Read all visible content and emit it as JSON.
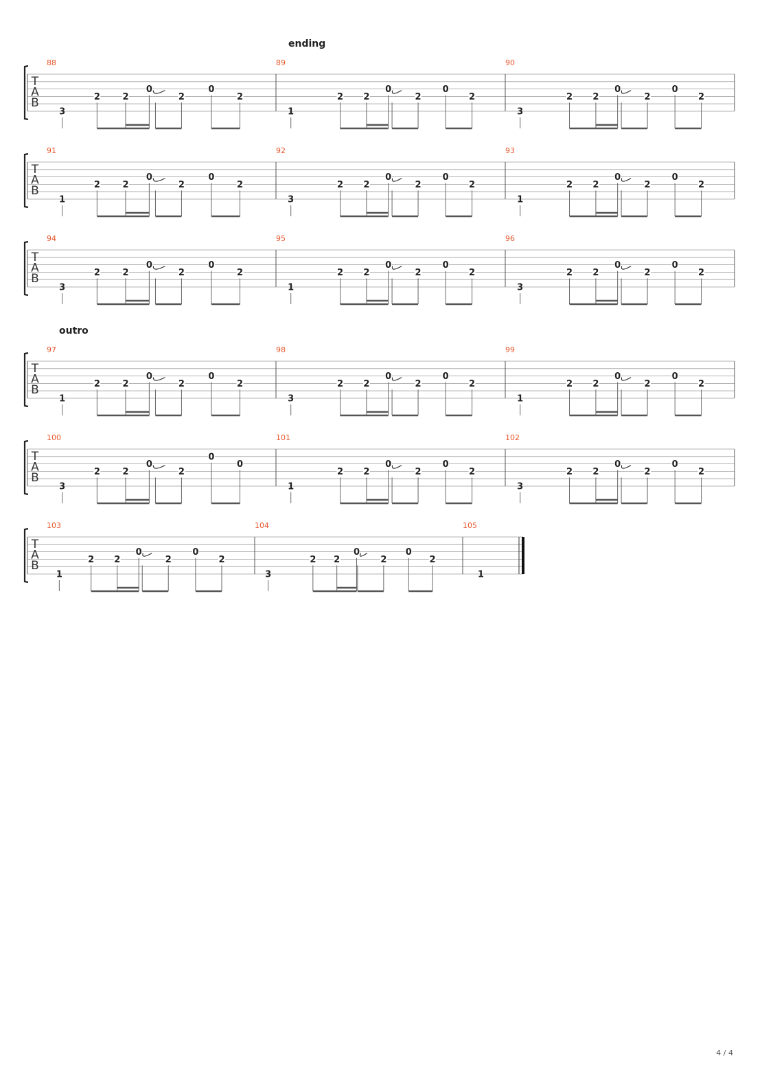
{
  "tab_letters": [
    "T",
    "A",
    "B"
  ],
  "systems": [
    {
      "section": "ending",
      "measures": [
        {
          "number": "88",
          "bass": "3",
          "pattern": [
            "2",
            "2",
            "0",
            "2",
            "0",
            "2"
          ]
        },
        {
          "number": "89",
          "bass": "1",
          "pattern": [
            "2",
            "2",
            "0",
            "2",
            "0",
            "2"
          ]
        },
        {
          "number": "90",
          "bass": "3",
          "pattern": [
            "2",
            "2",
            "0",
            "2",
            "0",
            "2"
          ]
        }
      ]
    },
    {
      "section": "",
      "measures": [
        {
          "number": "91",
          "bass": "1",
          "pattern": [
            "2",
            "2",
            "0",
            "2",
            "0",
            "2"
          ]
        },
        {
          "number": "92",
          "bass": "3",
          "pattern": [
            "2",
            "2",
            "0",
            "2",
            "0",
            "2"
          ]
        },
        {
          "number": "93",
          "bass": "1",
          "pattern": [
            "2",
            "2",
            "0",
            "2",
            "0",
            "2"
          ]
        }
      ]
    },
    {
      "section": "",
      "measures": [
        {
          "number": "94",
          "bass": "3",
          "pattern": [
            "2",
            "2",
            "0",
            "2",
            "0",
            "2"
          ]
        },
        {
          "number": "95",
          "bass": "1",
          "pattern": [
            "2",
            "2",
            "0",
            "2",
            "0",
            "2"
          ]
        },
        {
          "number": "96",
          "bass": "3",
          "pattern": [
            "2",
            "2",
            "0",
            "2",
            "0",
            "2"
          ]
        }
      ]
    },
    {
      "section": "outro",
      "measures": [
        {
          "number": "97",
          "bass": "1",
          "pattern": [
            "2",
            "2",
            "0",
            "2",
            "0",
            "2"
          ]
        },
        {
          "number": "98",
          "bass": "3",
          "pattern": [
            "2",
            "2",
            "0",
            "2",
            "0",
            "2"
          ]
        },
        {
          "number": "99",
          "bass": "1",
          "pattern": [
            "2",
            "2",
            "0",
            "2",
            "0",
            "2"
          ]
        }
      ]
    },
    {
      "section": "",
      "measures": [
        {
          "number": "100",
          "bass": "3",
          "pattern": [
            "2",
            "2",
            "0",
            "2",
            "0",
            "0"
          ]
        },
        {
          "number": "101",
          "bass": "1",
          "pattern": [
            "2",
            "2",
            "0",
            "2",
            "0",
            "2"
          ]
        },
        {
          "number": "102",
          "bass": "3",
          "pattern": [
            "2",
            "2",
            "0",
            "2",
            "0",
            "2"
          ]
        }
      ]
    },
    {
      "section": "",
      "measures": [
        {
          "number": "103",
          "bass": "1",
          "pattern": [
            "2",
            "2",
            "0",
            "2",
            "0",
            "2"
          ]
        },
        {
          "number": "104",
          "bass": "3",
          "pattern": [
            "2",
            "2",
            "0",
            "2",
            "0",
            "2"
          ]
        },
        {
          "number": "105",
          "bass": "1",
          "pattern": []
        }
      ]
    }
  ],
  "footer": {
    "page": "4 / 4"
  }
}
